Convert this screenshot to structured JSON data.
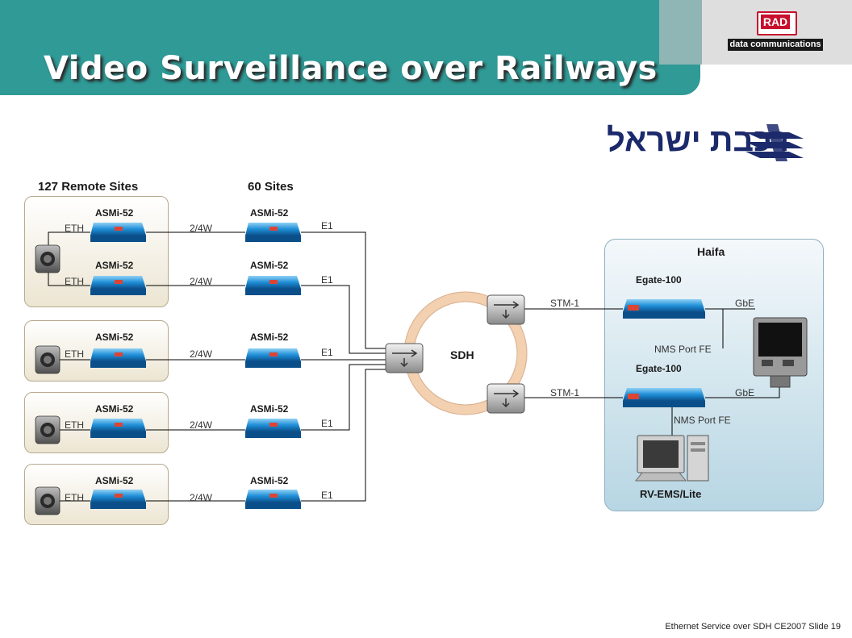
{
  "title": "Video Surveillance over Railways",
  "logo": {
    "brand": "RAD",
    "tagline": "data communications"
  },
  "customer_logo": {
    "text": "רכבת ישראל"
  },
  "columns": {
    "remote_sites": "127 Remote Sites",
    "sites": "60 Sites"
  },
  "devices": {
    "asmi": "ASMi-52",
    "egate": "Egate-100",
    "ems": "RV-EMS/Lite"
  },
  "links": {
    "eth": "ETH",
    "w24": "2/4W",
    "e1": "E1",
    "stm1": "STM-1",
    "gbe": "GbE",
    "nms": "NMS Port FE"
  },
  "network": {
    "sdh": "SDH",
    "haifa": "Haifa"
  },
  "colors": {
    "teal": "#2f9a96",
    "device_blue": "#1f8fd8",
    "ring": "#f2d0b0"
  },
  "footer": "Ethernet Service over SDH  CE2007 Slide 19"
}
